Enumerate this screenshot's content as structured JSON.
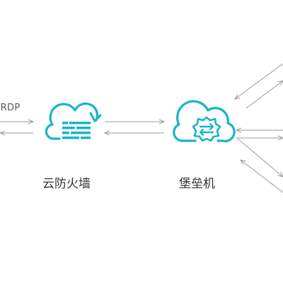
{
  "protocol_label": "/RDP",
  "nodes": [
    {
      "id": "firewall",
      "label": "云防火墙",
      "icon": "cloud-firewall-icon"
    },
    {
      "id": "bastion",
      "label": "堡垒机",
      "icon": "cloud-bastion-icon"
    }
  ],
  "colors": {
    "accent": "#1ab3c8",
    "arrow": "#9a9a9a",
    "text": "#333333"
  }
}
